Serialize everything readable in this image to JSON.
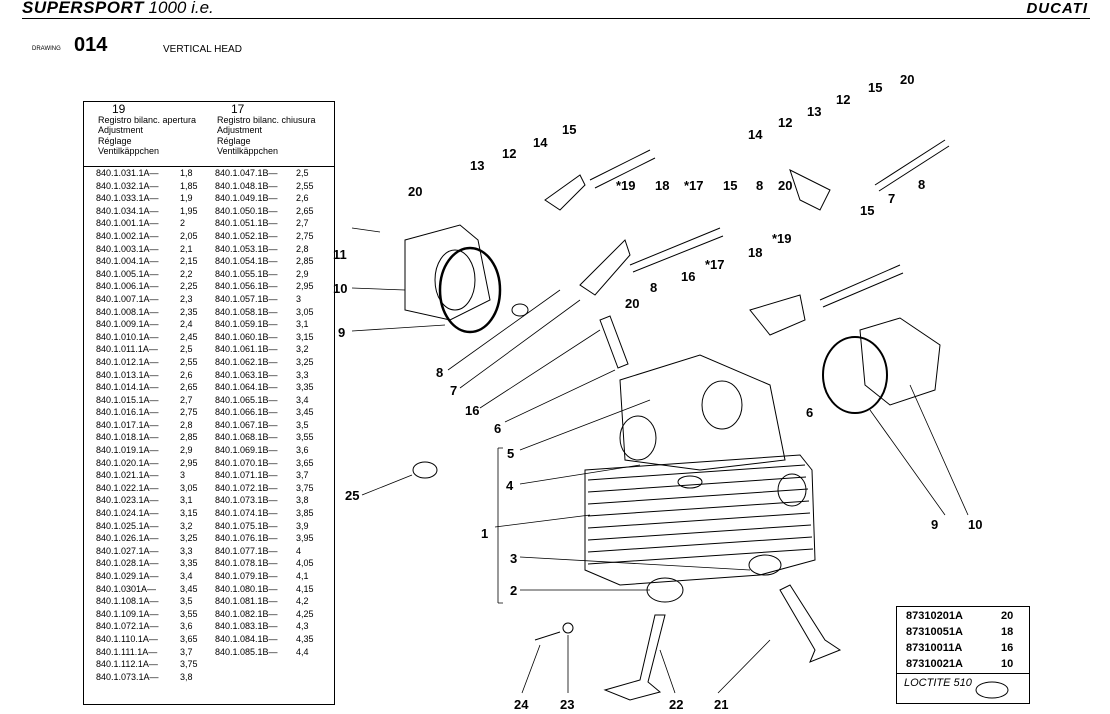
{
  "header": {
    "model_bold": "SUPERSPORT",
    "model_rest": " 1000 i.e.",
    "brand": "DUCATI"
  },
  "drawing": {
    "label": "DRAWING",
    "number": "014",
    "title": "VERTICAL HEAD"
  },
  "table": {
    "col1": {
      "ref": "19",
      "lines": [
        "Registro bilanc. apertura",
        "Adjustment",
        "Réglage",
        "Ventilkäppchen"
      ]
    },
    "col2": {
      "ref": "17",
      "lines": [
        "Registro bilanc. chiusura",
        "Adjustment",
        "Réglage",
        "Ventilkäppchen"
      ]
    },
    "rows": [
      [
        "840.1.031.1A—",
        "1,8",
        "840.1.047.1B—",
        "2,5"
      ],
      [
        "840.1.032.1A—",
        "1,85",
        "840.1.048.1B—",
        "2,55"
      ],
      [
        "840.1.033.1A—",
        "1,9",
        "840.1.049.1B—",
        "2,6"
      ],
      [
        "840.1.034.1A—",
        "1,95",
        "840.1.050.1B—",
        "2,65"
      ],
      [
        "840.1.001.1A—",
        "2",
        "840.1.051.1B—",
        "2,7"
      ],
      [
        "840.1.002.1A—",
        "2,05",
        "840.1.052.1B—",
        "2,75"
      ],
      [
        "840.1.003.1A—",
        "2,1",
        "840.1.053.1B—",
        "2,8"
      ],
      [
        "840.1.004.1A—",
        "2,15",
        "840.1.054.1B—",
        "2,85"
      ],
      [
        "840.1.005.1A—",
        "2,2",
        "840.1.055.1B—",
        "2,9"
      ],
      [
        "840.1.006.1A—",
        "2,25",
        "840.1.056.1B—",
        "2,95"
      ],
      [
        "840.1.007.1A—",
        "2,3",
        "840.1.057.1B—",
        "3"
      ],
      [
        "840.1.008.1A—",
        "2,35",
        "840.1.058.1B—",
        "3,05"
      ],
      [
        "840.1.009.1A—",
        "2,4",
        "840.1.059.1B—",
        "3,1"
      ],
      [
        "840.1.010.1A—",
        "2,45",
        "840.1.060.1B—",
        "3,15"
      ],
      [
        "840.1.011.1A—",
        "2,5",
        "840.1.061.1B—",
        "3,2"
      ],
      [
        "840.1.012.1A—",
        "2,55",
        "840.1.062.1B—",
        "3,25"
      ],
      [
        "840.1.013.1A—",
        "2,6",
        "840.1.063.1B—",
        "3,3"
      ],
      [
        "840.1.014.1A—",
        "2,65",
        "840.1.064.1B—",
        "3,35"
      ],
      [
        "840.1.015.1A—",
        "2,7",
        "840.1.065.1B—",
        "3,4"
      ],
      [
        "840.1.016.1A—",
        "2,75",
        "840.1.066.1B—",
        "3,45"
      ],
      [
        "840.1.017.1A—",
        "2,8",
        "840.1.067.1B—",
        "3,5"
      ],
      [
        "840.1.018.1A—",
        "2,85",
        "840.1.068.1B—",
        "3,55"
      ],
      [
        "840.1.019.1A—",
        "2,9",
        "840.1.069.1B—",
        "3,6"
      ],
      [
        "840.1.020.1A—",
        "2,95",
        "840.1.070.1B—",
        "3,65"
      ],
      [
        "840.1.021.1A—",
        "3",
        "840.1.071.1B—",
        "3,7"
      ],
      [
        "840.1.022.1A—",
        "3,05",
        "840.1.072.1B—",
        "3,75"
      ],
      [
        "840.1.023.1A—",
        "3,1",
        "840.1.073.1B—",
        "3,8"
      ],
      [
        "840.1.024.1A—",
        "3,15",
        "840.1.074.1B—",
        "3,85"
      ],
      [
        "840.1.025.1A—",
        "3,2",
        "840.1.075.1B—",
        "3,9"
      ],
      [
        "840.1.026.1A—",
        "3,25",
        "840.1.076.1B—",
        "3,95"
      ],
      [
        "840.1.027.1A—",
        "3,3",
        "840.1.077.1B—",
        "4"
      ],
      [
        "840.1.028.1A—",
        "3,35",
        "840.1.078.1B—",
        "4,05"
      ],
      [
        "840.1.029.1A—",
        "3,4",
        "840.1.079.1B—",
        "4,1"
      ],
      [
        "840.1.0301A—",
        "3,45",
        "840.1.080.1B—",
        "4,15"
      ],
      [
        "840.1.108.1A—",
        "3,5",
        "840.1.081.1B—",
        "4,2"
      ],
      [
        "840.1.109.1A—",
        "3,55",
        "840.1.082.1B—",
        "4,25"
      ],
      [
        "840.1.072.1A—",
        "3,6",
        "840.1.083.1B—",
        "4,3"
      ],
      [
        "840.1.110.1A—",
        "3,65",
        "840.1.084.1B—",
        "4,35"
      ],
      [
        "840.1.111.1A—",
        "3,7",
        "840.1.085.1B—",
        "4,4"
      ],
      [
        "840.1.112.1A—",
        "3,75",
        "",
        ""
      ],
      [
        "840.1.073.1A—",
        "3,8",
        "",
        ""
      ]
    ]
  },
  "legend": {
    "items": [
      {
        "code": "87310201A",
        "ref": "20"
      },
      {
        "code": "87310051A",
        "ref": "18"
      },
      {
        "code": "87310011A",
        "ref": "16"
      },
      {
        "code": "87310021A",
        "ref": "10"
      }
    ],
    "sealant": "LOCTITE 510"
  },
  "callouts": [
    "20",
    "15",
    "13",
    "12",
    "14",
    "15",
    "12",
    "13",
    "20",
    "12",
    "14",
    "*19",
    "18",
    "*17",
    "15",
    "8",
    "20",
    "11",
    "10",
    "9",
    "8",
    "7",
    "16",
    "6",
    "*19",
    "18",
    "*17",
    "16",
    "15",
    "7",
    "8",
    "20",
    "8",
    "6",
    "5",
    "4",
    "25",
    "1",
    "3",
    "2",
    "9",
    "10",
    "24",
    "23",
    "22",
    "21"
  ]
}
